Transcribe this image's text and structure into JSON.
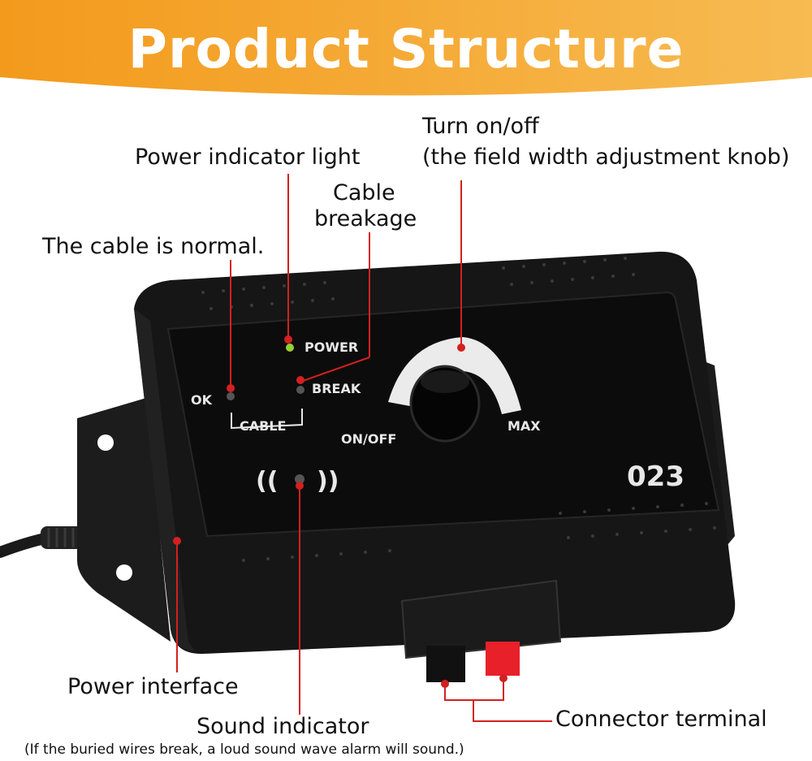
{
  "banner": {
    "title": "Product Structure",
    "color_start": "#f39a1c",
    "color_end": "#f7bb52"
  },
  "labels": {
    "power_indicator": "Power indicator light",
    "turn_on_off_line1": "Turn on/off",
    "turn_on_off_line2": "(the field width adjustment knob)",
    "cable_breakage_line1": "Cable",
    "cable_breakage_line2": "breakage",
    "cable_normal": "The cable is normal.",
    "power_interface": "Power interface",
    "sound_indicator": "Sound indicator",
    "sound_note": "(If the buried wires break, a loud sound wave alarm will sound.)",
    "connector_terminal": "Connector terminal"
  },
  "panel": {
    "power": "POWER",
    "ok": "OK",
    "cable": "CABLE",
    "break": "BREAK",
    "on_off": "ON/OFF",
    "max": "MAX",
    "model": "023",
    "sound_left": "((",
    "sound_right": "))"
  },
  "colors": {
    "leader": "#d32020",
    "device": "#161616",
    "panel": "#0d0d0d",
    "red_terminal": "#e8202a"
  }
}
